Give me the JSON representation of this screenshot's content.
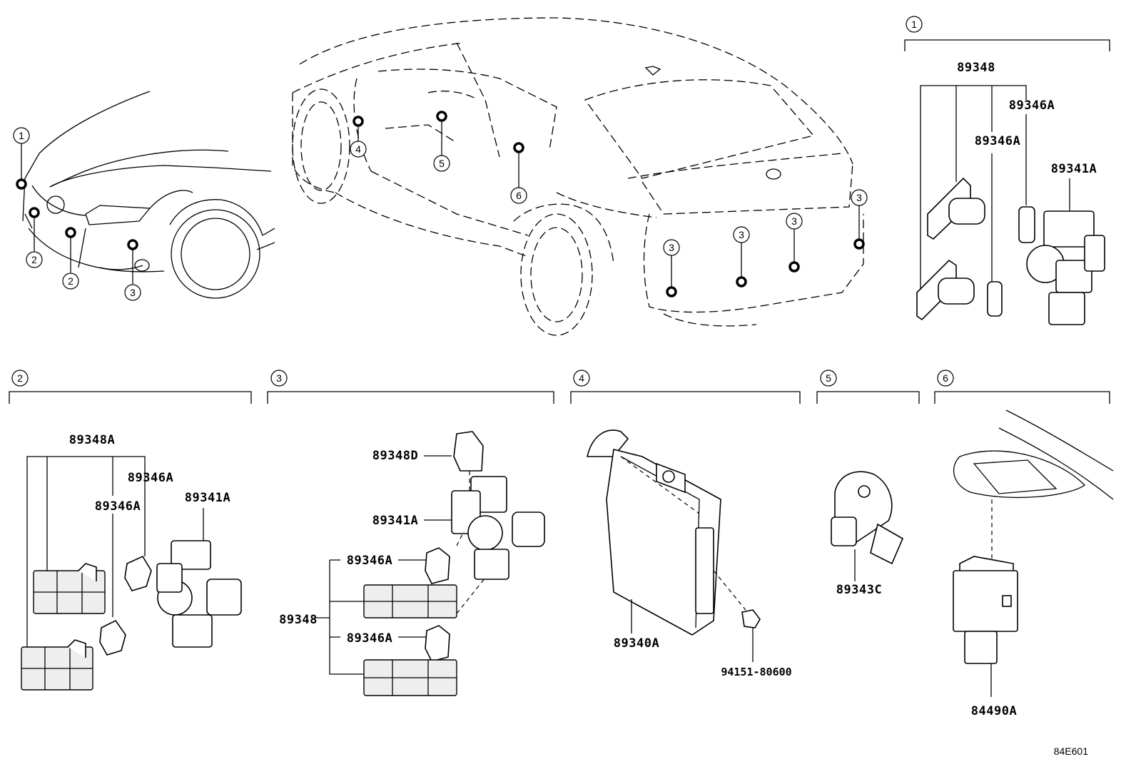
{
  "diagram": {
    "reference_code": "84E601",
    "callout_numbers": [
      "1",
      "2",
      "3",
      "4",
      "5",
      "6"
    ],
    "sections": [
      {
        "number": "1",
        "part_numbers": [
          "89348",
          "89346A",
          "89346A",
          "89341A"
        ]
      },
      {
        "number": "2",
        "part_numbers": [
          "89348A",
          "89346A",
          "89346A",
          "89341A"
        ]
      },
      {
        "number": "3",
        "part_numbers": [
          "89348D",
          "89341A",
          "89346A",
          "89348",
          "89346A"
        ]
      },
      {
        "number": "4",
        "part_numbers": [
          "89340A",
          "94151-80600"
        ]
      },
      {
        "number": "5",
        "part_numbers": [
          "89343C"
        ]
      },
      {
        "number": "6",
        "part_numbers": [
          "84490A"
        ]
      }
    ]
  }
}
